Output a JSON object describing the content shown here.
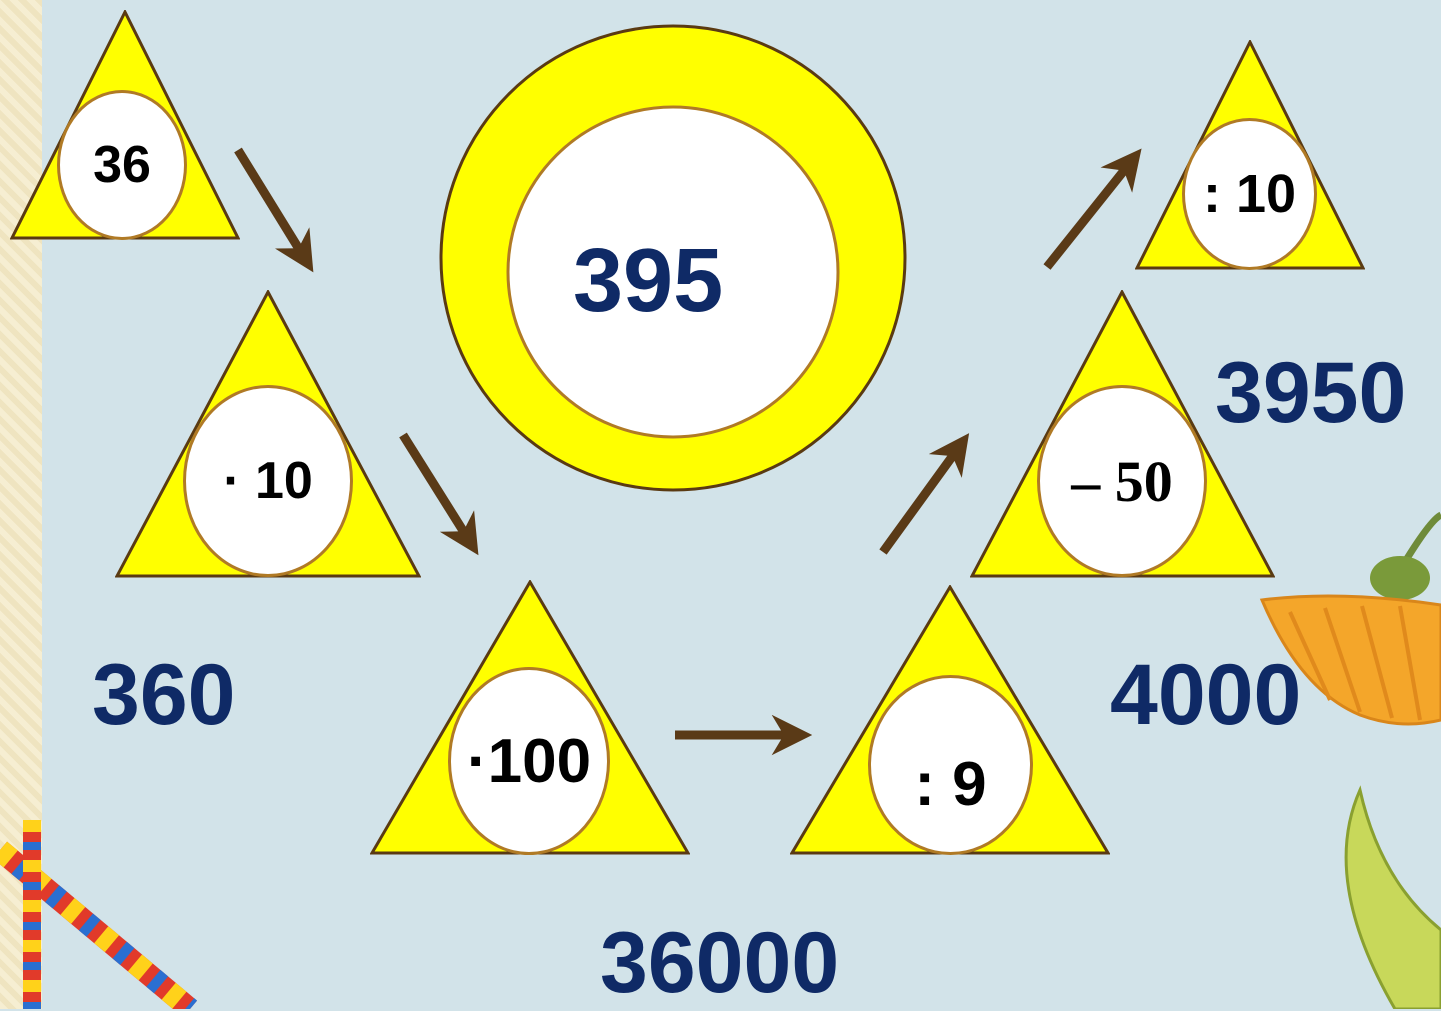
{
  "center": {
    "value": "395"
  },
  "steps": [
    {
      "id": "start",
      "label": "36"
    },
    {
      "id": "mul10",
      "label": "· 10"
    },
    {
      "id": "mul100",
      "label": "·100"
    },
    {
      "id": "div9",
      "label": ": 9"
    },
    {
      "id": "minus50",
      "label": "– 50"
    },
    {
      "id": "div10",
      "label": ": 10"
    }
  ],
  "results": [
    "360",
    "36000",
    "4000",
    "3950"
  ],
  "colors": {
    "background": "#d2e3e9",
    "yellow": "#ffff00",
    "outline": "#5a3a12",
    "oval_border": "#b07a25",
    "arrow": "#5a3a17",
    "result_text": "#0f2a66",
    "flower": "#f4a62a"
  }
}
